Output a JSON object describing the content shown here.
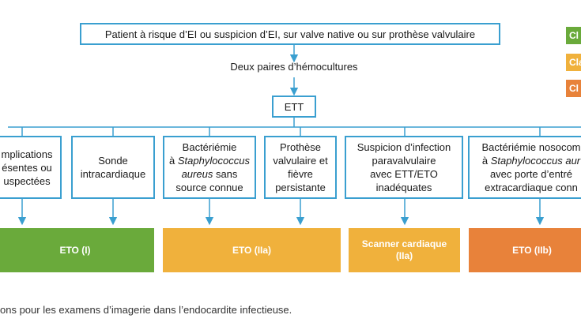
{
  "top_box": "Patient à risque d’EI ou suspicion d’EI, sur valve native ou sur prothèse valvulaire",
  "blood_cultures": "Deux paires d’hémocultures",
  "ett": "ETT",
  "branches": [
    {
      "lines": [
        "mplications",
        "ésentes ou",
        "uspectées"
      ]
    },
    {
      "lines": [
        "Sonde",
        "intracardiaque"
      ]
    },
    {
      "lines": [
        "Bactériémie",
        "à *Staphylococcus",
        "*aureus* sans",
        "source connue"
      ]
    },
    {
      "lines": [
        "Prothèse",
        "valvulaire et",
        "fièvre",
        "persistante"
      ]
    },
    {
      "lines": [
        "Suspicion d’infection",
        "paravalvulaire",
        "avec ETT/ETO",
        "inadéquates"
      ]
    },
    {
      "lines": [
        "Bactériémie nosocom",
        "à *Staphylococcus aur",
        "avec porte d’entré",
        "extracardiaque conn"
      ]
    }
  ],
  "results": [
    {
      "lines": [
        "ETO (I)"
      ],
      "color": "#6aaa3b"
    },
    {
      "lines": [
        "ETO (IIa)"
      ],
      "color": "#f0b13c"
    },
    {
      "lines": [
        "Scanner cardiaque",
        "(IIa)"
      ],
      "color": "#f0b13c"
    },
    {
      "lines": [
        "ETO (IIb)"
      ],
      "color": "#e8823a"
    }
  ],
  "legend": [
    {
      "text": "Cl",
      "color": "#6aaa3b"
    },
    {
      "text": "Cla",
      "color": "#f0b13c"
    },
    {
      "text": "Cl",
      "color": "#e8823a"
    }
  ],
  "caption": "ons pour les examens d’imagerie dans l’endocardite infectieuse.",
  "colors": {
    "line": "#3a9fd0"
  }
}
